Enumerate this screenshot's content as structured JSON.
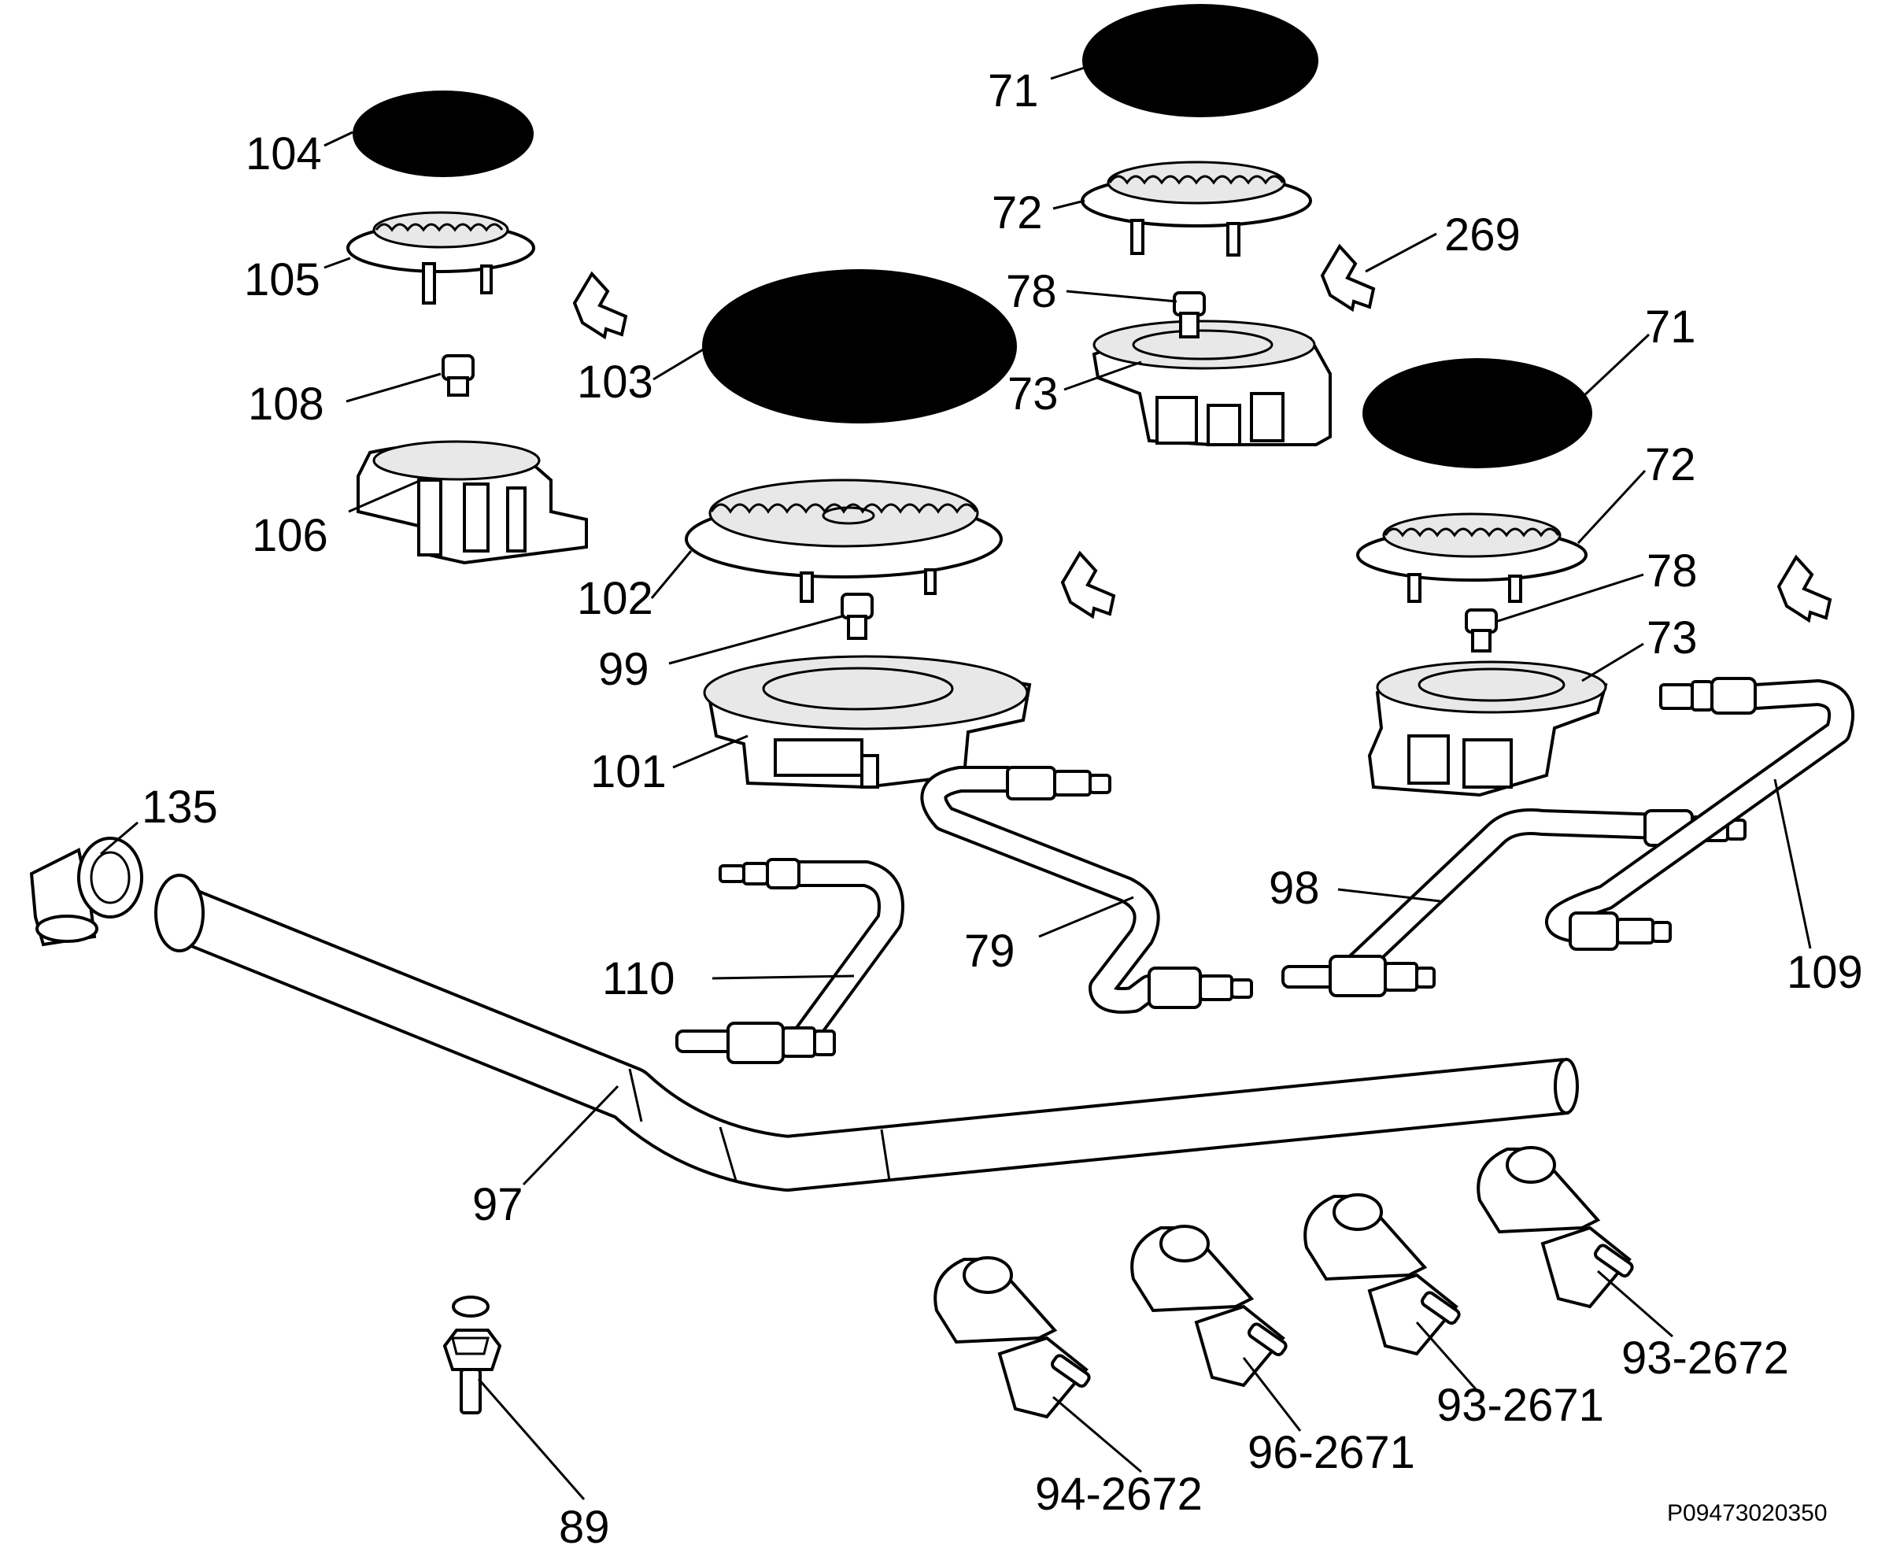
{
  "labels": {
    "l104": "104",
    "l105": "105",
    "l108": "108",
    "l106": "106",
    "l103": "103",
    "l102": "102",
    "l99": "99",
    "l101": "101",
    "l71a": "71",
    "l72a": "72",
    "l78a": "78",
    "l73a": "73",
    "l269": "269",
    "l71b": "71",
    "l72b": "72",
    "l78b": "78",
    "l73b": "73",
    "l135": "135",
    "l110": "110",
    "l79": "79",
    "l98": "98",
    "l109": "109",
    "l97": "97",
    "l89": "89",
    "l94_2672": "94-2672",
    "l96_2671": "96-2671",
    "l93_2671": "93-2671",
    "l93_2672": "93-2672"
  },
  "reference_code": "P09473020350"
}
